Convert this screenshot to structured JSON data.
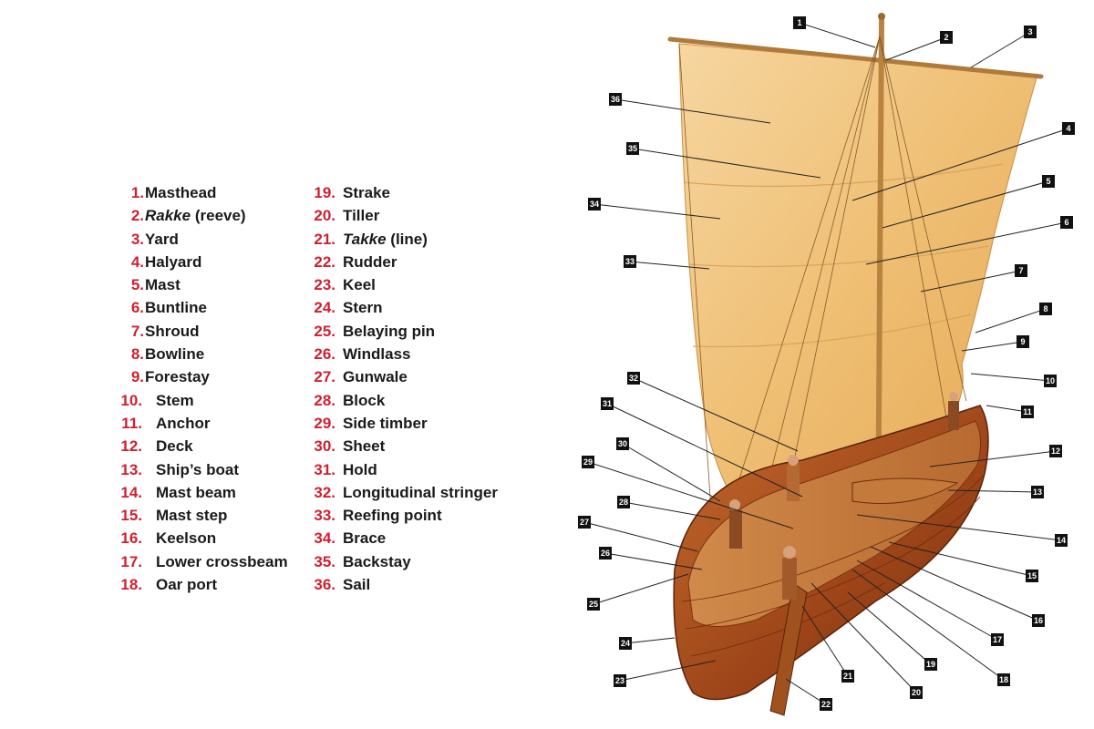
{
  "legend": {
    "items": [
      {
        "num": "1.",
        "label": "Masthead"
      },
      {
        "num": "2.",
        "label": "Rakke",
        "label_suffix": " (reeve)",
        "italic": true
      },
      {
        "num": "3.",
        "label": "Yard"
      },
      {
        "num": "4.",
        "label": "Halyard"
      },
      {
        "num": "5.",
        "label": "Mast"
      },
      {
        "num": "6.",
        "label": "Buntline"
      },
      {
        "num": "7.",
        "label": "Shroud"
      },
      {
        "num": "8.",
        "label": "Bowline"
      },
      {
        "num": "9.",
        "label": "Forestay"
      },
      {
        "num": "10.",
        "label": "Stem"
      },
      {
        "num": "11.",
        "label": "Anchor"
      },
      {
        "num": "12.",
        "label": "Deck"
      },
      {
        "num": "13.",
        "label": "Ship’s boat"
      },
      {
        "num": "14.",
        "label": "Mast beam"
      },
      {
        "num": "15.",
        "label": "Mast step"
      },
      {
        "num": "16.",
        "label": "Keelson"
      },
      {
        "num": "17.",
        "label": "Lower crossbeam"
      },
      {
        "num": "18.",
        "label": "Oar port"
      },
      {
        "num": "19.",
        "label": "Strake"
      },
      {
        "num": "20.",
        "label": "Tiller"
      },
      {
        "num": "21.",
        "label": "Takke",
        "label_suffix": " (line)",
        "italic": true
      },
      {
        "num": "22.",
        "label": "Rudder"
      },
      {
        "num": "23.",
        "label": "Keel"
      },
      {
        "num": "24.",
        "label": "Stern"
      },
      {
        "num": "25.",
        "label": "Belaying pin"
      },
      {
        "num": "26.",
        "label": "Windlass"
      },
      {
        "num": "27.",
        "label": "Gunwale"
      },
      {
        "num": "28.",
        "label": "Block"
      },
      {
        "num": "29.",
        "label": "Side timber"
      },
      {
        "num": "30.",
        "label": "Sheet"
      },
      {
        "num": "31.",
        "label": "Hold"
      },
      {
        "num": "32.",
        "label": "Longitudinal stringer"
      },
      {
        "num": "33.",
        "label": "Reefing point"
      },
      {
        "num": "34.",
        "label": "Brace"
      },
      {
        "num": "35.",
        "label": "Backstay"
      },
      {
        "num": "36.",
        "label": "Sail"
      }
    ]
  },
  "callouts": [
    "1",
    "2",
    "3",
    "4",
    "5",
    "6",
    "7",
    "8",
    "9",
    "10",
    "11",
    "12",
    "13",
    "14",
    "15",
    "16",
    "17",
    "18",
    "19",
    "20",
    "21",
    "22",
    "23",
    "24",
    "25",
    "26",
    "27",
    "28",
    "29",
    "30",
    "31",
    "32",
    "33",
    "34",
    "35",
    "36"
  ],
  "colors": {
    "number": "#d0202e",
    "sail": "#f0c27a",
    "hull": "#a24a1c",
    "callout_box": "#111111"
  }
}
